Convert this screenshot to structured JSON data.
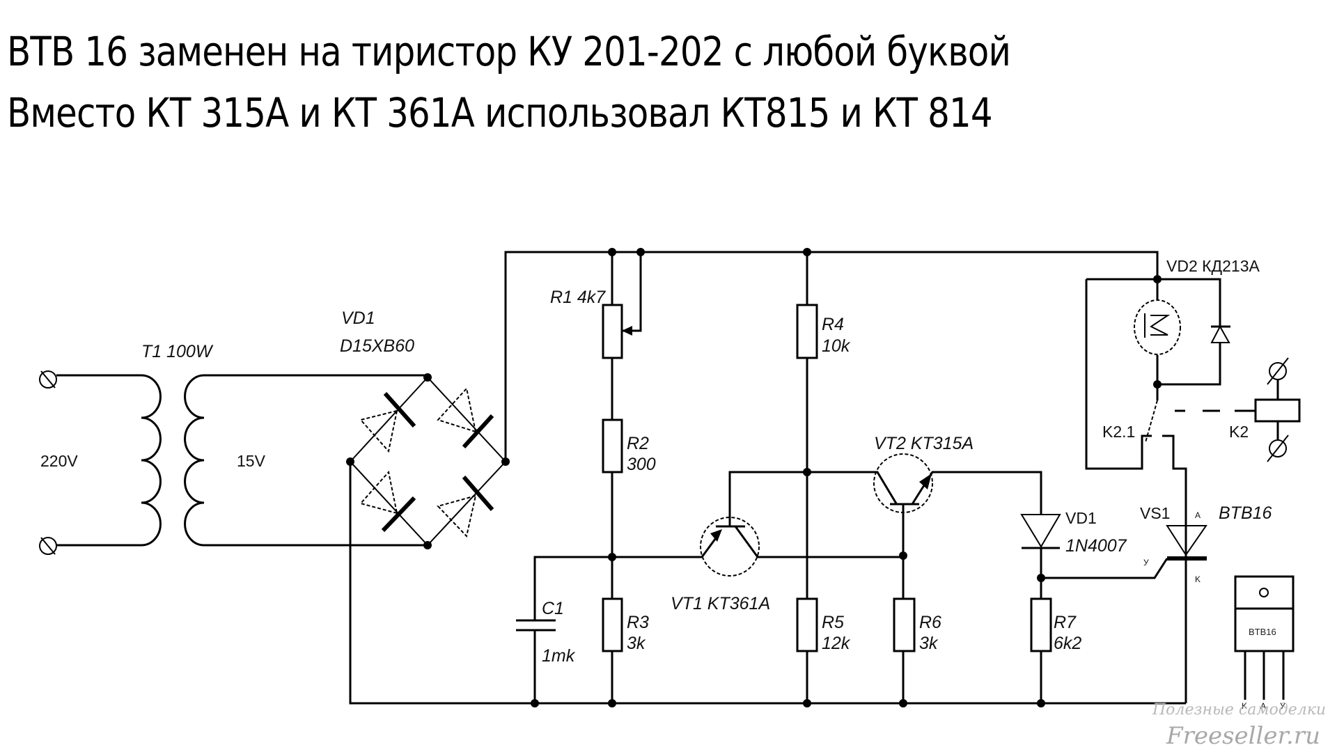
{
  "heading": {
    "line1": "BTB 16 заменен на тиристор КУ 201-202 с любой буквой",
    "line2": "Вместо КТ 315А и КТ 361А использовал  КТ815 и КТ 814"
  },
  "schematic": {
    "transformer": {
      "name": "T1  100W",
      "primary": "220V",
      "secondary": "15V"
    },
    "bridge": {
      "ref": "VD1",
      "part": "D15XB60"
    },
    "r1": {
      "ref": "R1 4k7"
    },
    "r2": {
      "ref": "R2",
      "value": "300"
    },
    "r3": {
      "ref": "R3",
      "value": "3k"
    },
    "r4": {
      "ref": "R4",
      "value": "10k"
    },
    "r5": {
      "ref": "R5",
      "value": "12k"
    },
    "r6": {
      "ref": "R6",
      "value": "3k"
    },
    "r7": {
      "ref": "R7",
      "value": "6k2"
    },
    "c1": {
      "ref": "C1",
      "value": "1mk"
    },
    "vt1": {
      "ref": "VT1 KT361A"
    },
    "vt2": {
      "ref": "VT2 KT315A"
    },
    "vd1b": {
      "ref": "VD1",
      "part": "1N4007"
    },
    "vd2": {
      "ref": "VD2 КД213А"
    },
    "k21": {
      "ref": "K2.1"
    },
    "k2": {
      "ref": "K2"
    },
    "vs1": {
      "ref": "VS1",
      "part": "BTB16",
      "pin_a": "A",
      "pin_k": "K",
      "pin_g": "У"
    },
    "package": {
      "label": "BTB16",
      "pins": [
        "K",
        "A",
        "У"
      ]
    }
  },
  "watermark": {
    "line1": "Полезные самоделки",
    "line2": "Freeseller.ru"
  }
}
